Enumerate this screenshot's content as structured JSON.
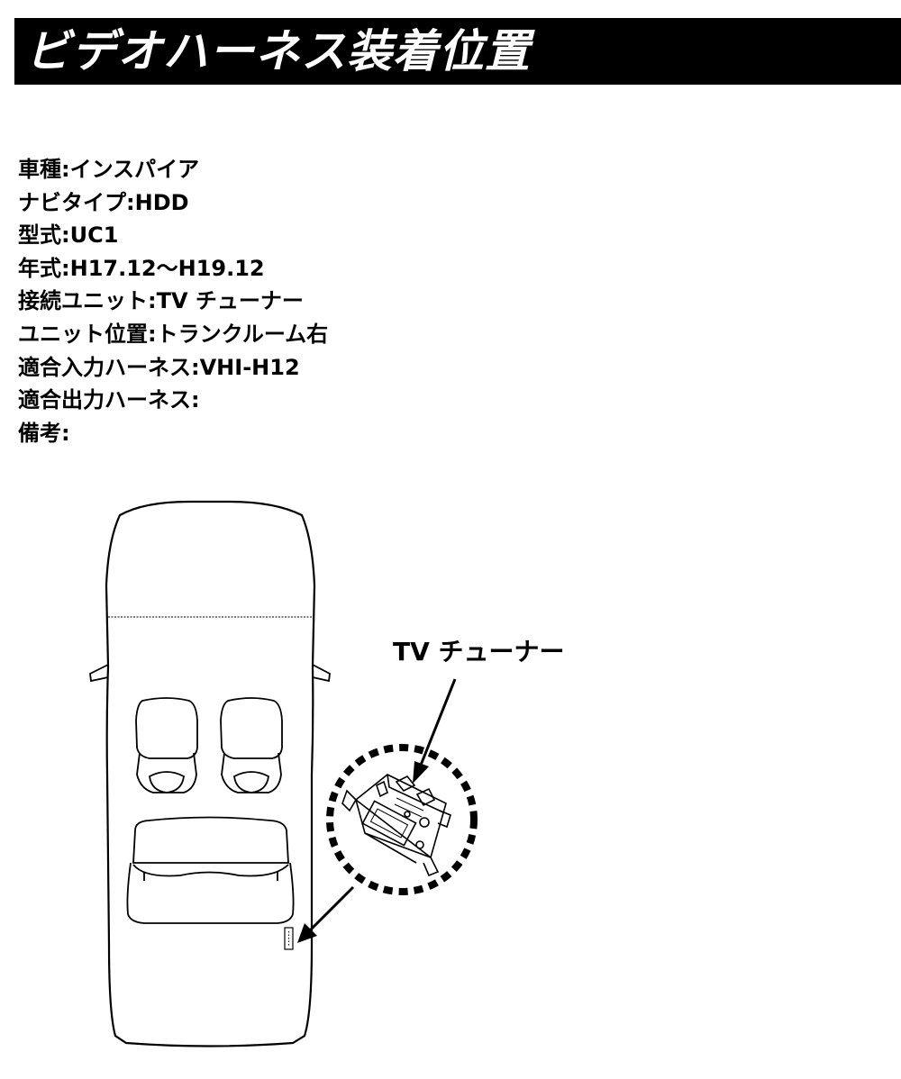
{
  "header": {
    "title": "ビデオハーネス装着位置"
  },
  "specs": [
    {
      "label": "車種",
      "value": "インスパイア"
    },
    {
      "label": "ナビタイプ",
      "value": "HDD"
    },
    {
      "label": "型式",
      "value": "UC1"
    },
    {
      "label": "年式",
      "value": "H17.12〜H19.12"
    },
    {
      "label": "接続ユニット",
      "value": "TV チューナー"
    },
    {
      "label": "ユニット位置",
      "value": "トランクルーム右"
    },
    {
      "label": "適合入力ハーネス",
      "value": "VHI-H12"
    },
    {
      "label": "適合出力ハーネス",
      "value": ""
    },
    {
      "label": "備考",
      "value": ""
    }
  ],
  "spec_separator": ":",
  "diagram": {
    "callout_label": "TV チューナー"
  }
}
